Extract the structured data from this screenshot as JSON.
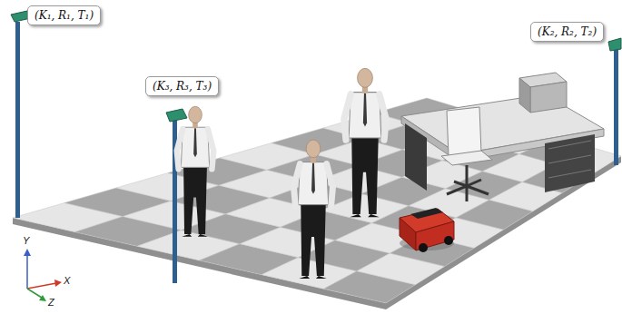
{
  "diagram": {
    "nodes": [
      {
        "text": [
          "(K₁, R₁, T₁)"
        ]
      },
      {
        "text": [
          "(K₃, R₃, T₃)"
        ]
      },
      {
        "text": [
          "(K₂, R₂, T₂)"
        ]
      }
    ],
    "labels": [
      "Y",
      "X",
      "Z"
    ]
  }
}
